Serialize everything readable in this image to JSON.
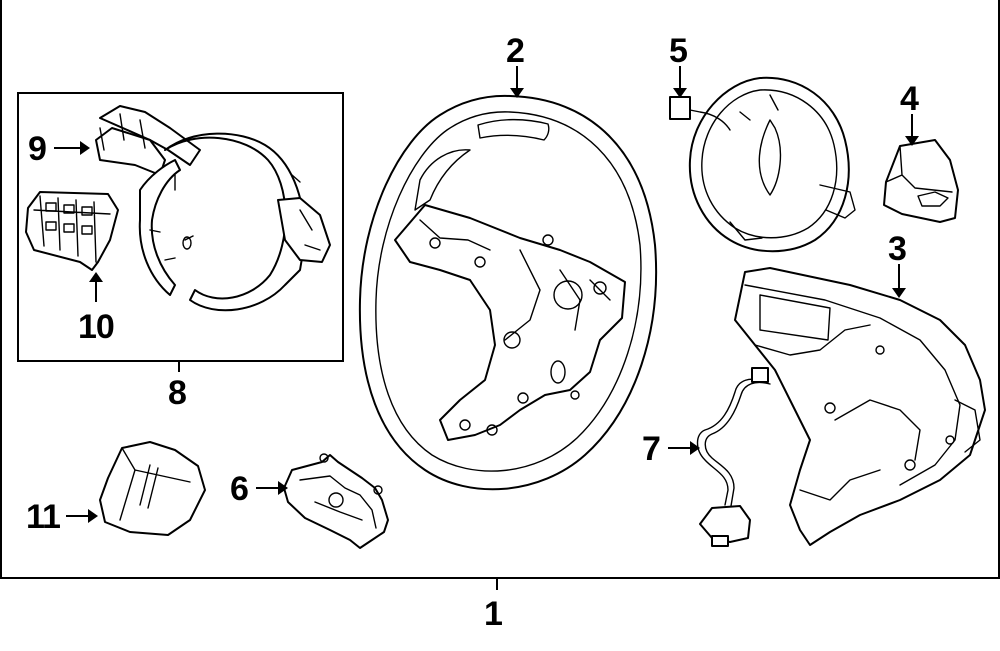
{
  "diagram": {
    "colors": {
      "ink": "#000000",
      "paper": "#ffffff"
    },
    "callouts": [
      {
        "id": "1",
        "label": "1",
        "part": "steering-wheel-assembly"
      },
      {
        "id": "2",
        "label": "2",
        "part": "steering-wheel"
      },
      {
        "id": "3",
        "label": "3",
        "part": "lower-trim-cover"
      },
      {
        "id": "4",
        "label": "4",
        "part": "control-switch"
      },
      {
        "id": "5",
        "label": "5",
        "part": "wiring-harness"
      },
      {
        "id": "6",
        "label": "6",
        "part": "switch-module"
      },
      {
        "id": "7",
        "label": "7",
        "part": "cable-connector"
      },
      {
        "id": "8",
        "label": "8",
        "part": "bezel-kit"
      },
      {
        "id": "9",
        "label": "9",
        "part": "bezel-frame"
      },
      {
        "id": "10",
        "label": "10",
        "part": "bezel-switch"
      },
      {
        "id": "11",
        "label": "11",
        "part": "trim-cover"
      }
    ]
  }
}
